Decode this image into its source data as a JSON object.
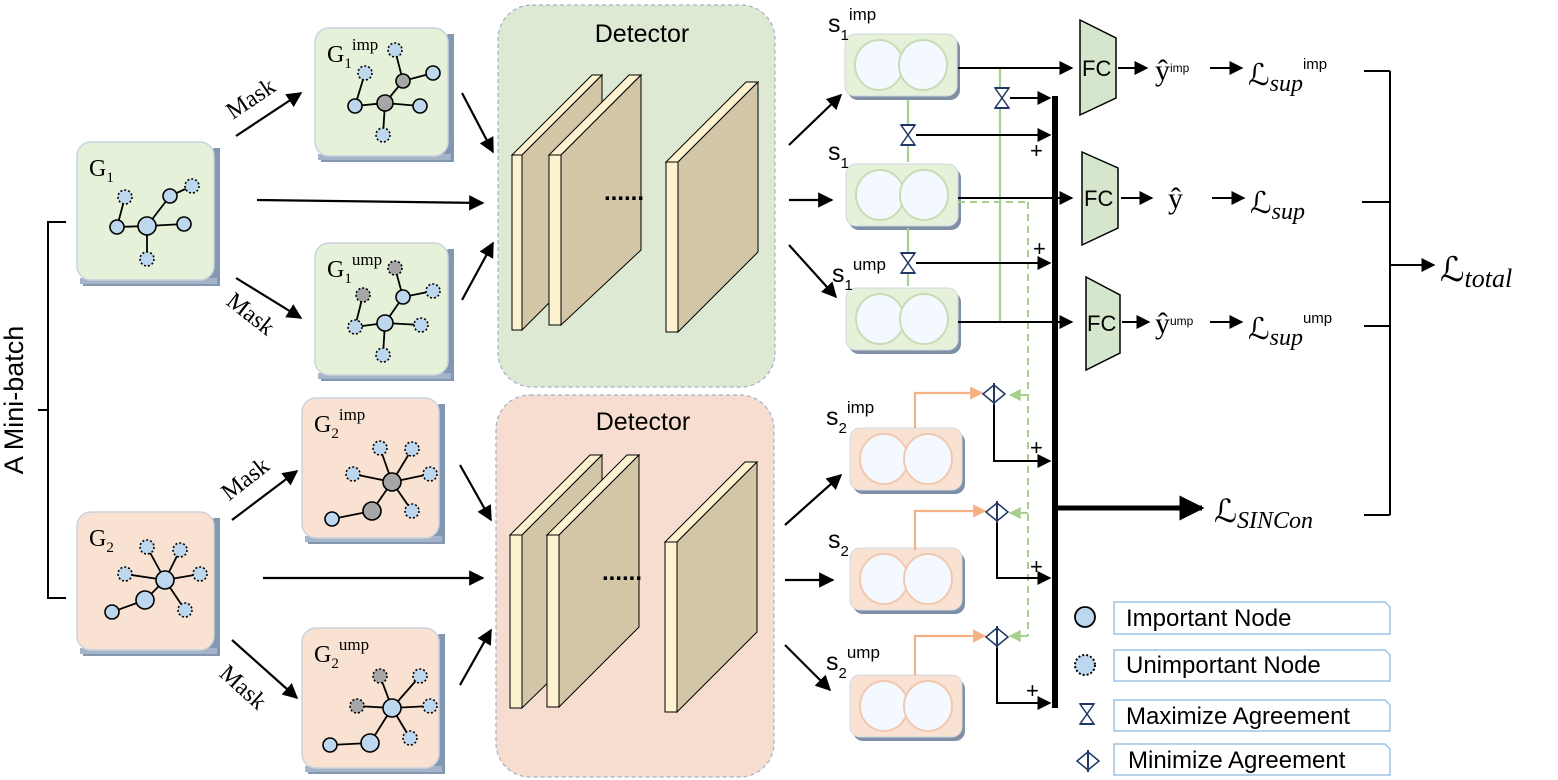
{
  "side_label": "A Mini-batch",
  "graphs": {
    "g1": {
      "base": "G",
      "sub": "1",
      "sup": ""
    },
    "g1_imp": {
      "base": "G",
      "sub": "1",
      "sup": "imp"
    },
    "g1_ump": {
      "base": "G",
      "sub": "1",
      "sup": "ump"
    },
    "g2": {
      "base": "G",
      "sub": "2",
      "sup": ""
    },
    "g2_imp": {
      "base": "G",
      "sub": "2",
      "sup": "imp"
    },
    "g2_ump": {
      "base": "G",
      "sub": "2",
      "sup": "ump"
    }
  },
  "mask_label": "Mask",
  "detector_label": "Detector",
  "ellipsis": "......",
  "reps": {
    "s1_imp": {
      "base": "s",
      "sub": "1",
      "sup": "imp"
    },
    "s1": {
      "base": "s",
      "sub": "1",
      "sup": ""
    },
    "s1_ump": {
      "base": "s",
      "sub": "1",
      "sup": "ump"
    },
    "s2_imp": {
      "base": "s",
      "sub": "2",
      "sup": "imp"
    },
    "s2": {
      "base": "s",
      "sub": "2",
      "sup": ""
    },
    "s2_ump": {
      "base": "s",
      "sub": "2",
      "sup": "ump"
    }
  },
  "fc_label": "FC",
  "outputs": {
    "imp": {
      "y": "ŷ",
      "sup": "imp"
    },
    "main": {
      "y": "ŷ",
      "sup": ""
    },
    "ump": {
      "y": "ŷ",
      "sup": "ump"
    }
  },
  "losses": {
    "L": "ℒ",
    "sup_sub": "sup",
    "imp_sup": "imp",
    "ump_sup": "ump",
    "total_sub": "total",
    "sincon_sub": "SINCon"
  },
  "plus": "+",
  "legend": {
    "important": "Important Node",
    "unimportant": "Unimportant Node",
    "maximize": "Maximize Agreement",
    "minimize": "Minimize Agreement"
  },
  "colors": {
    "green_card": "#e5f1d8",
    "peach_card": "#f9e2d2",
    "green_detector": "#dde9d3",
    "peach_detector": "#f6ddd0",
    "node": "#bdd7ee",
    "node_important_gray": "#a6a6a6",
    "layer_face": "#d2c6a6",
    "layer_edge": "#fdf2d0",
    "fc_fill": "#d5e6cc",
    "green_line": "#a8d08d",
    "orange_line": "#f4b183"
  }
}
